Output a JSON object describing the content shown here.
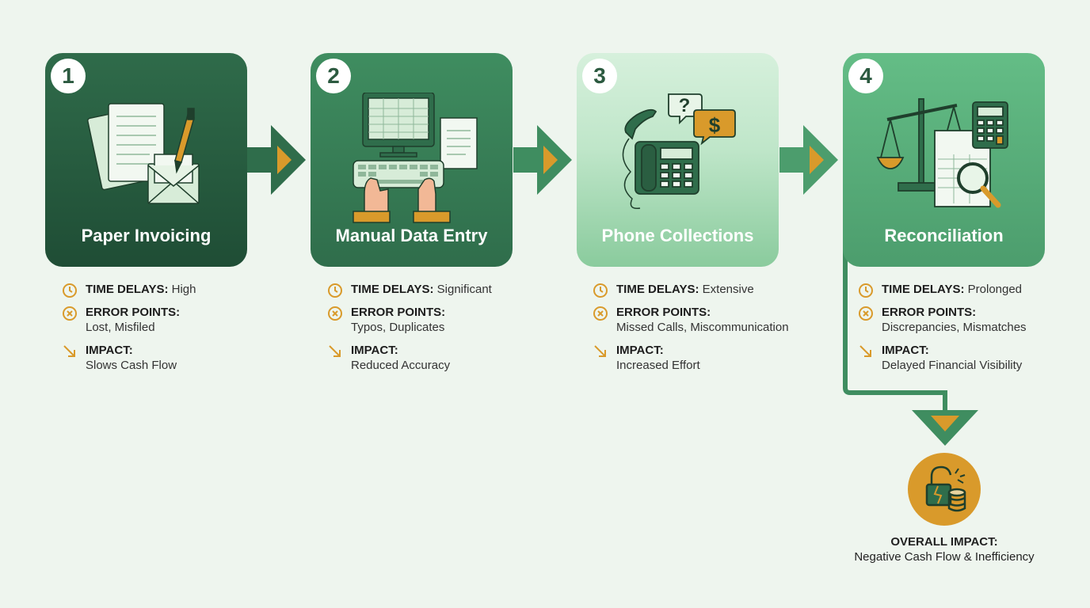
{
  "colors": {
    "dark_green": "#1f4d35",
    "green": "#3f8d60",
    "light_green": "#bfe6c9",
    "accent_orange": "#d99a2b",
    "background": "#eef5ee"
  },
  "steps": [
    {
      "number": "1",
      "title": "Paper Invoicing",
      "icon": "paper-documents-envelope-pen-icon",
      "time_label": "TIME DELAYS:",
      "time_value": "High",
      "error_label": "ERROR POINTS:",
      "error_value": "Lost, Misfiled",
      "impact_label": "IMPACT:",
      "impact_value": "Slows Cash Flow"
    },
    {
      "number": "2",
      "title": "Manual Data Entry",
      "icon": "computer-keyboard-typing-hands-icon",
      "time_label": "TIME DELAYS:",
      "time_value": "Significant",
      "error_label": "ERROR POINTS:",
      "error_value": "Typos, Duplicates",
      "impact_label": "IMPACT:",
      "impact_value": "Reduced Accuracy"
    },
    {
      "number": "3",
      "title": "Phone Collections",
      "icon": "telephone-question-dollar-icon",
      "time_label": "TIME DELAYS:",
      "time_value": "Extensive",
      "error_label": "ERROR POINTS:",
      "error_value": "Missed Calls, Miscommunication",
      "impact_label": "IMPACT:",
      "impact_value": "Increased Effort"
    },
    {
      "number": "4",
      "title": "Reconciliation",
      "icon": "scale-calculator-spreadsheet-magnifier-icon",
      "time_label": "TIME DELAYS:",
      "time_value": "Prolonged",
      "error_label": "ERROR POINTS:",
      "error_value": "Discrepancies, Mismatches",
      "impact_label": "IMPACT:",
      "impact_value": "Delayed Financial Visibility"
    }
  ],
  "overall": {
    "head": "OVERALL IMPACT:",
    "text": "Negative Cash Flow & Inefficiency",
    "icon": "broken-lock-coins-icon"
  }
}
